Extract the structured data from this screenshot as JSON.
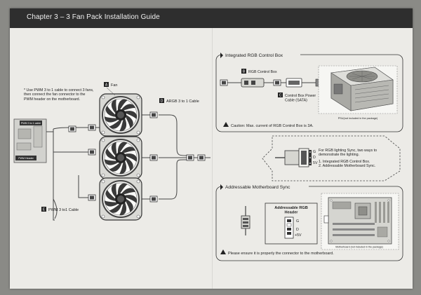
{
  "header": {
    "title": "Chapter 3 – 3 Fan Pack Installation Guide"
  },
  "left": {
    "note_lines": [
      "* Use PWM 3 to 1 cable to connect 3 fans,",
      "then connect the fan connector to the",
      "PWM header on the motherboard."
    ],
    "label_a_letter": "A",
    "label_a_text": "Fan",
    "label_d_letter": "D",
    "label_d_text": "ARGB 3 to 1 Cable",
    "label_e_letter": "E",
    "label_e_text": "PWM 3 to1 Cable",
    "mobo_label_top": "PWM 3 to 1 cable",
    "mobo_label_bottom": "PWM Header"
  },
  "rgb_box": {
    "title": "Integrated RGB Control Box",
    "label_b_letter": "B",
    "label_b_text": "RGB Control Box",
    "label_c_letter": "C",
    "label_c_lines": [
      "Control Box Power",
      "Cable (SATA)"
    ],
    "psu_caption": "PSU(not included in the package)",
    "caution": "Caution: Max. current of RGB Control Box is 3A."
  },
  "sync": {
    "pins": [
      "G",
      "D",
      "5V"
    ],
    "intro_lines": [
      "For RGB lighting Sync, two ways to",
      "demonstrate the lighting."
    ],
    "options": [
      "1. Integrated RGB Control Box.",
      "2. Addressable Motherboard Sync."
    ]
  },
  "mobo_box": {
    "title": "Addressable Motherboard Sync",
    "header_label_lines": [
      "Addressable RGB",
      "Header"
    ],
    "pins": [
      "G",
      "D",
      "+5V"
    ],
    "mobo_caption": "Motherboard (not included in the package)",
    "warning": "Please ensure it is properly the connector to the motherboard."
  }
}
